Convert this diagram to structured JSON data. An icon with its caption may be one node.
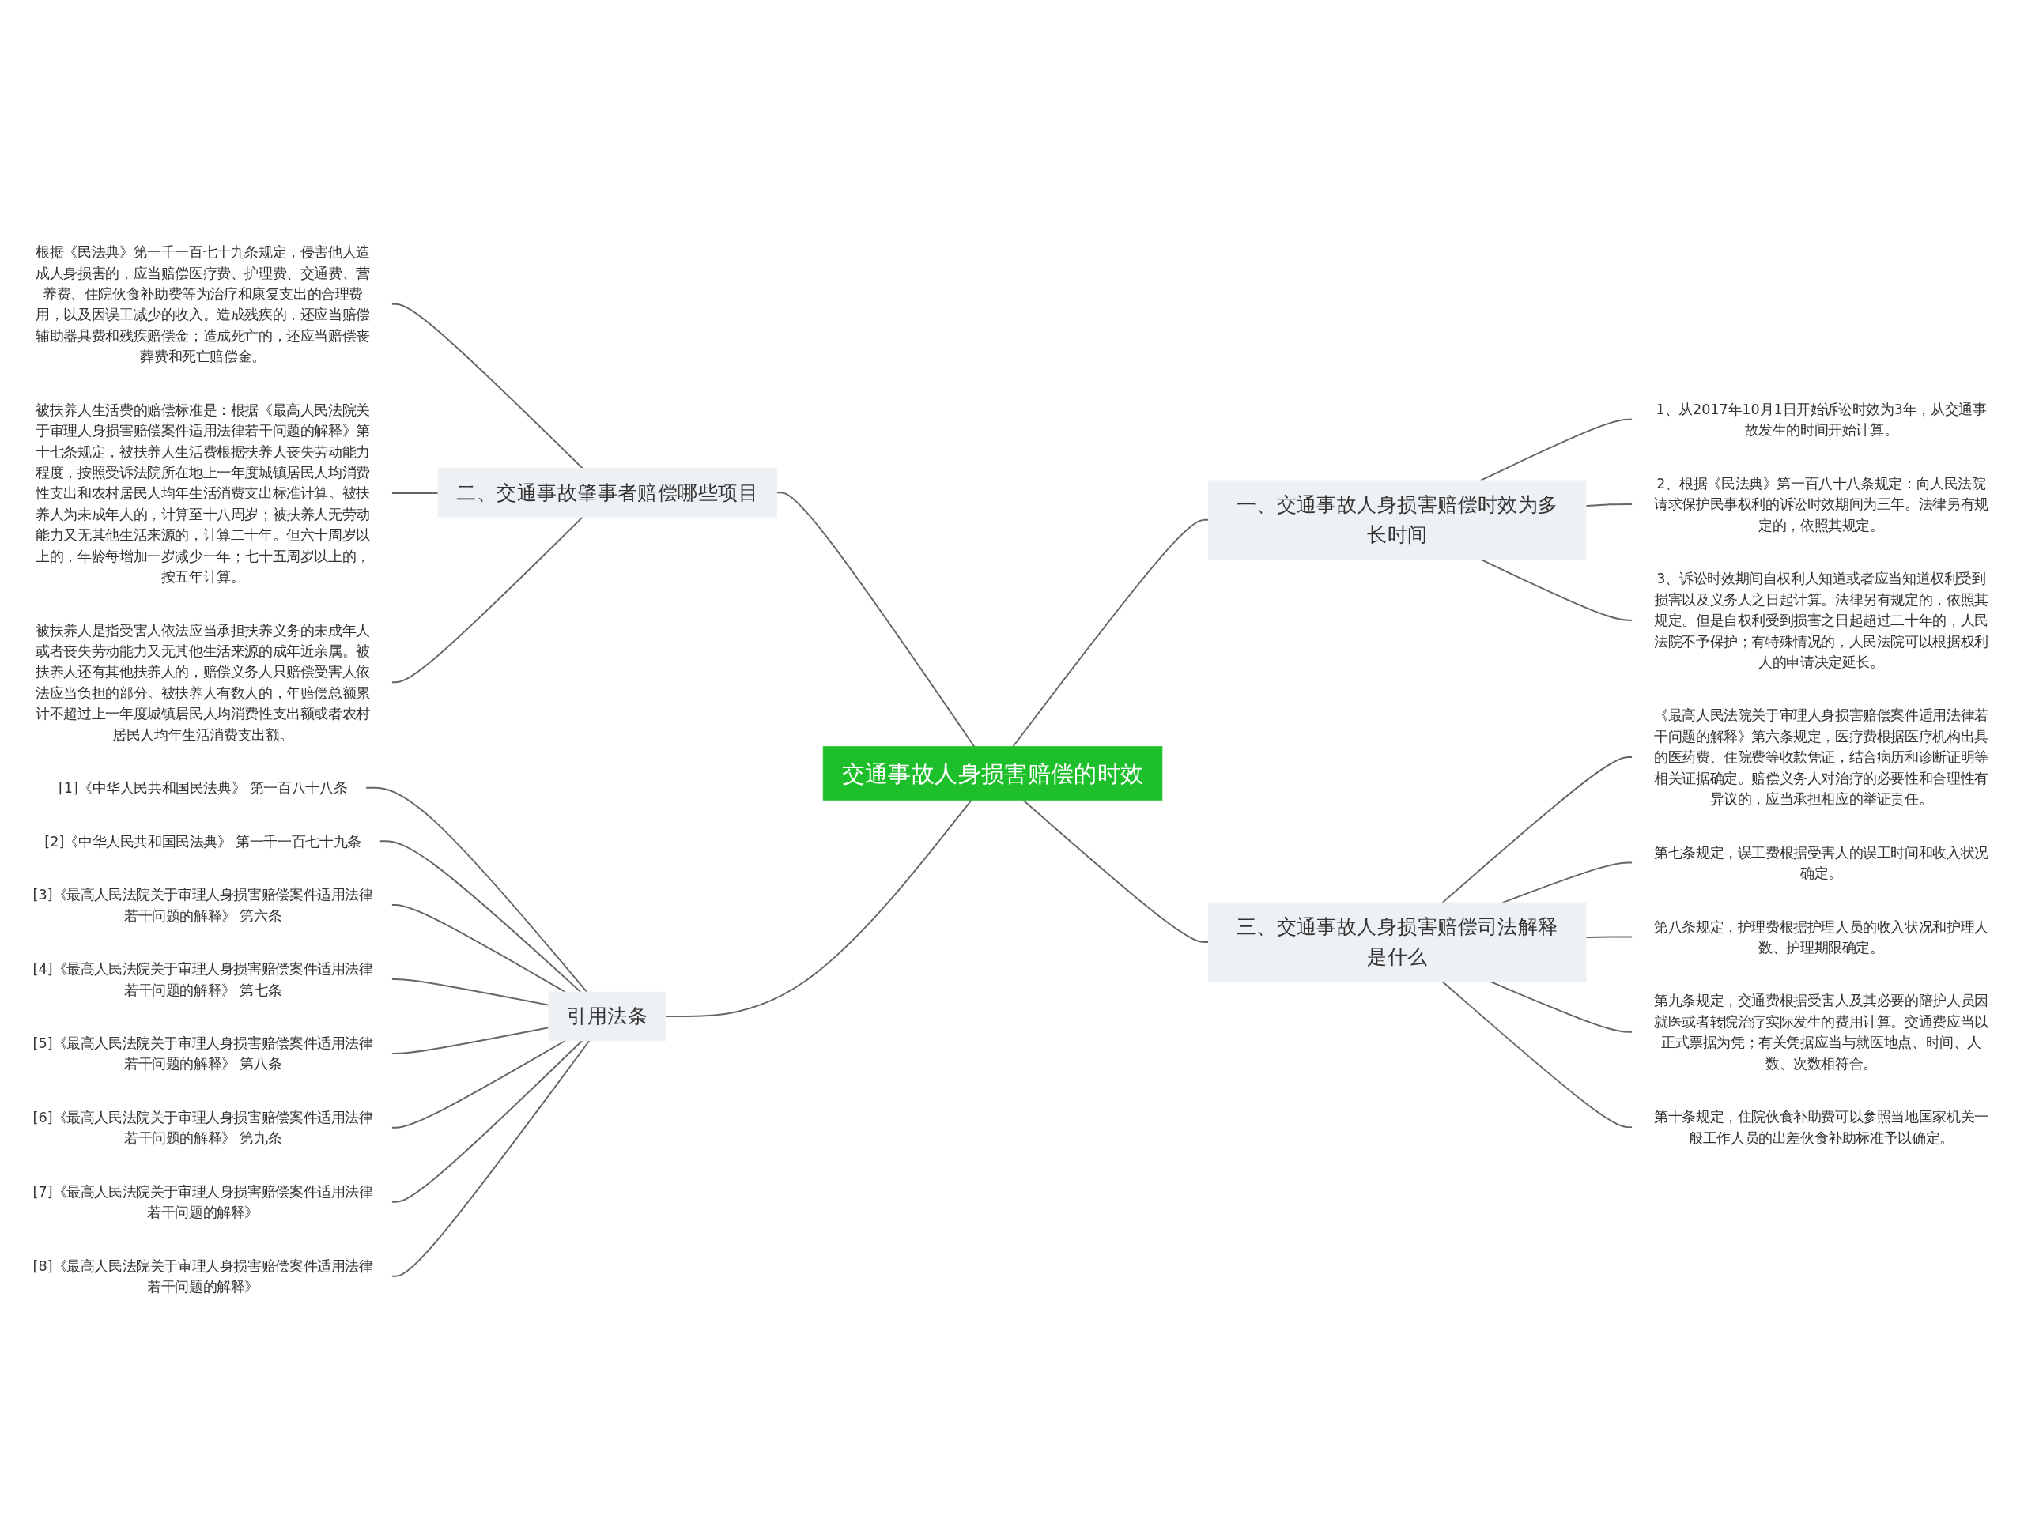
{
  "diagram": {
    "nodes": [
      {
        "text": [
          "交通事故人身损害赔偿的时效"
        ]
      },
      {
        "text": [
          "二、交通事故肇事者赔偿哪些项目"
        ]
      },
      {
        "text": [
          "根据《民法典》第一千一百七十九条规定，侵害他人造成人身损害的，应当赔偿医疗费、护理费、交通费、营养费、住院伙食补助费等为治疗和康复支出的合理费用，以及因误工减少的收入。造成残疾的，还应当赔偿辅助器具费和残疾赔偿金；造成死亡的，还应当赔偿丧葬费和死亡赔偿金。"
        ]
      },
      {
        "text": [
          "被扶养人生活费的赔偿标准是：根据《最高人民法院关于审理人身损害赔偿案件适用法律若干问题的解释》第十七条规定，被扶养人生活费根据扶养人丧失劳动能力程度，按照受诉法院所在地上一年度城镇居民人均消费性支出和农村居民人均年生活消费支出标准计算。被扶养人为未成年人的，计算至十八周岁；被扶养人无劳动能力又无其他生活来源的，计算二十年。但六十周岁以上的，年龄每增加一岁减少一年；七十五周岁以上的，按五年计算。"
        ]
      },
      {
        "text": [
          "被扶养人是指受害人依法应当承担扶养义务的未成年人或者丧失劳动能力又无其他生活来源的成年近亲属。被扶养人还有其他扶养人的，赔偿义务人只赔偿受害人依法应当负担的部分。被扶养人有数人的，年赔偿总额累计不超过上一年度城镇居民人均消费性支出额或者农村居民人均年生活消费支出额。"
        ]
      },
      {
        "text": [
          "引用法条"
        ]
      },
      {
        "text": [
          "[1]《中华人民共和国民法典》 第一百八十八条"
        ]
      },
      {
        "text": [
          "[2]《中华人民共和国民法典》 第一千一百七十九条"
        ]
      },
      {
        "text": [
          "[3]《最高人民法院关于审理人身损害赔偿案件适用法律若干问题的解释》 第六条"
        ]
      },
      {
        "text": [
          "[4]《最高人民法院关于审理人身损害赔偿案件适用法律若干问题的解释》 第七条"
        ]
      },
      {
        "text": [
          "[5]《最高人民法院关于审理人身损害赔偿案件适用法律若干问题的解释》 第八条"
        ]
      },
      {
        "text": [
          "[6]《最高人民法院关于审理人身损害赔偿案件适用法律若干问题的解释》 第九条"
        ]
      },
      {
        "text": [
          "[7]《最高人民法院关于审理人身损害赔偿案件适用法律若干问题的解释》"
        ]
      },
      {
        "text": [
          "[8]《最高人民法院关于审理人身损害赔偿案件适用法律若干问题的解释》"
        ]
      },
      {
        "text": [
          "一、交通事故人身损害赔偿时效为多长时间"
        ]
      },
      {
        "text": [
          "1、从2017年10月1日开始诉讼时效为3年，从交通事故发生的时间开始计算。"
        ]
      },
      {
        "text": [
          "2、根据《民法典》第一百八十八条规定：向人民法院请求保护民事权利的诉讼时效期间为三年。法律另有规定的，依照其规定。"
        ]
      },
      {
        "text": [
          "3、诉讼时效期间自权利人知道或者应当知道权利受到损害以及义务人之日起计算。法律另有规定的，依照其规定。但是自权利受到损害之日起超过二十年的，人民法院不予保护；有特殊情况的，人民法院可以根据权利人的申请决定延长。"
        ]
      },
      {
        "text": [
          "三、交通事故人身损害赔偿司法解释是什么"
        ]
      },
      {
        "text": [
          "《最高人民法院关于审理人身损害赔偿案件适用法律若干问题的解释》第六条规定，医疗费根据医疗机构出具的医药费、住院费等收款凭证，结合病历和诊断证明等相关证据确定。赔偿义务人对治疗的必要性和合理性有异议的，应当承担相应的举证责任。"
        ]
      },
      {
        "text": [
          "第七条规定，误工费根据受害人的误工时间和收入状况确定。"
        ]
      },
      {
        "text": [
          "第八条规定，护理费根据护理人员的收入状况和护理人数、护理期限确定。"
        ]
      },
      {
        "text": [
          "第九条规定，交通费根据受害人及其必要的陪护人员因就医或者转院治疗实际发生的费用计算。交通费应当以正式票据为凭；有关凭据应当与就医地点、时间、人数、次数相符合。"
        ]
      },
      {
        "text": [
          "第十条规定，住院伙食补助费可以参照当地国家机关一般工作人员的出差伙食补助标准予以确定。"
        ]
      }
    ],
    "edges": [
      {
        "from": 0,
        "to": 1,
        "arrow": "none"
      },
      {
        "from": 1,
        "to": 2,
        "arrow": "none"
      },
      {
        "from": 1,
        "to": 3,
        "arrow": "none"
      },
      {
        "from": 1,
        "to": 4,
        "arrow": "none"
      },
      {
        "from": 0,
        "to": 5,
        "arrow": "none"
      },
      {
        "from": 5,
        "to": 6,
        "arrow": "none"
      },
      {
        "from": 5,
        "to": 7,
        "arrow": "none"
      },
      {
        "from": 5,
        "to": 8,
        "arrow": "none"
      },
      {
        "from": 5,
        "to": 9,
        "arrow": "none"
      },
      {
        "from": 5,
        "to": 10,
        "arrow": "none"
      },
      {
        "from": 5,
        "to": 11,
        "arrow": "none"
      },
      {
        "from": 5,
        "to": 12,
        "arrow": "none"
      },
      {
        "from": 5,
        "to": 13,
        "arrow": "none"
      },
      {
        "from": 0,
        "to": 14,
        "arrow": "none"
      },
      {
        "from": 14,
        "to": 15,
        "arrow": "none"
      },
      {
        "from": 14,
        "to": 16,
        "arrow": "none"
      },
      {
        "from": 14,
        "to": 17,
        "arrow": "none"
      },
      {
        "from": 0,
        "to": 18,
        "arrow": "none"
      },
      {
        "from": 18,
        "to": 19,
        "arrow": "none"
      },
      {
        "from": 18,
        "to": 20,
        "arrow": "none"
      },
      {
        "from": 18,
        "to": 21,
        "arrow": "none"
      },
      {
        "from": 18,
        "to": 22,
        "arrow": "none"
      },
      {
        "from": 18,
        "to": 23,
        "arrow": "none"
      }
    ]
  }
}
